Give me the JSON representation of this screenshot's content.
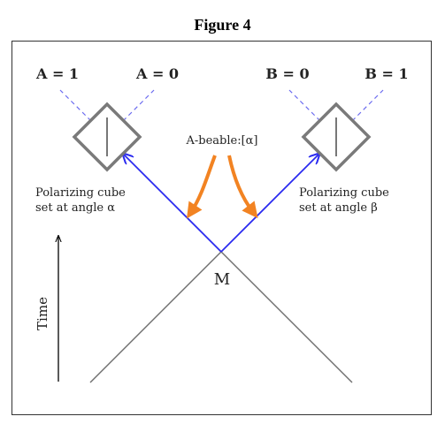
{
  "figure": {
    "title": "Figure 4"
  },
  "diagram": {
    "label_a1": "A = 1",
    "label_a0": "A = 0",
    "label_b0": "B = 0",
    "label_b1": "B = 1",
    "beable_label": "A-beable:[α]",
    "left_cube_line1": "Polarizing cube",
    "left_cube_line2": "set at angle α",
    "right_cube_line1": "Polarizing cube",
    "right_cube_line2": "set at angle β",
    "source_label": "M",
    "time_label": "Time"
  },
  "colors": {
    "photon_path": "#2b2bf0",
    "detector_dash": "#6b6bf0",
    "cube": "#7a7a7a",
    "beable_arrow": "#f28322",
    "light_cone": "#6e6e6e"
  }
}
